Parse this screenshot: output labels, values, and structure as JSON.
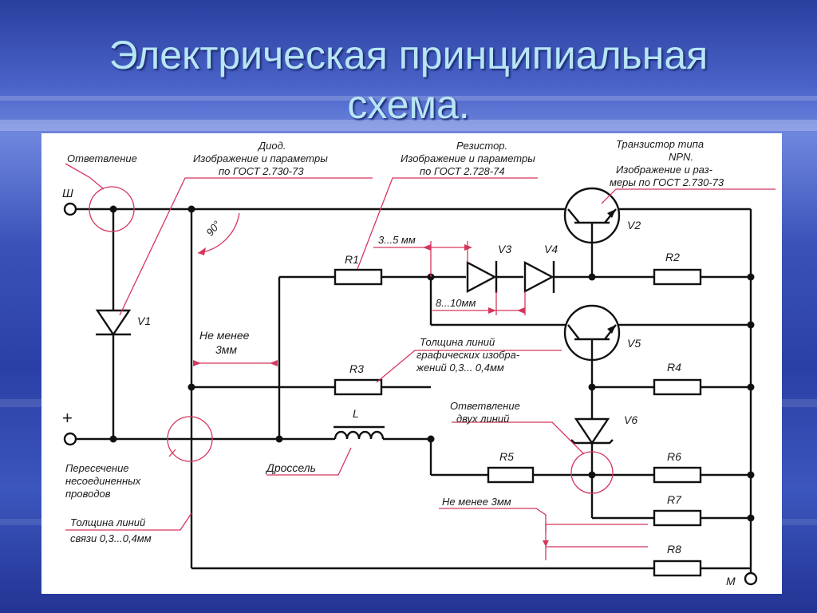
{
  "title": {
    "line1": "Электрическая принципиальная",
    "line2": "схема."
  },
  "diagram": {
    "terminals": {
      "sh": "Ш",
      "plus": "+",
      "m": "М"
    },
    "components": {
      "v1": "V1",
      "v2": "V2",
      "v3": "V3",
      "v4": "V4",
      "v5": "V5",
      "v6": "V6",
      "r1": "R1",
      "r2": "R2",
      "r3": "R3",
      "r4": "R4",
      "r5": "R5",
      "r6": "R6",
      "r7": "R7",
      "r8": "R8",
      "l": "L"
    },
    "annotations": {
      "branch": "Ответвление",
      "diode_1": "Диод.",
      "diode_2": "Изображение и параметры",
      "diode_3": "по ГОСТ 2.730-73",
      "angle": "90°",
      "resistor_1": "Резистор.",
      "resistor_2": "Изображение и параметры",
      "resistor_3": "по ГОСТ 2.728-74",
      "transistor_1": "Транзистор типа",
      "transistor_2": "NPN.",
      "transistor_3": "Изображение и раз-",
      "transistor_4": "меры по ГОСТ 2.730-73",
      "dim_3_5": "3...5 мм",
      "dim_8_10": "8...10мм",
      "min3_1": "Не менее",
      "min3_2": "3мм",
      "thick_1": "Толщина линий",
      "thick_2": "графических изобра-",
      "thick_3": "жений 0,3... 0,4мм",
      "branch2_1": "Ответвление",
      "branch2_2": "двух линий",
      "choke": "Дроссель",
      "cross_1": "Пересечение",
      "cross_2": "несоединенных",
      "cross_3": "проводов",
      "link_1": "Толщина линий",
      "link_2": "связи 0,3...0,4мм",
      "min3_b": "Не менее 3мм"
    }
  }
}
